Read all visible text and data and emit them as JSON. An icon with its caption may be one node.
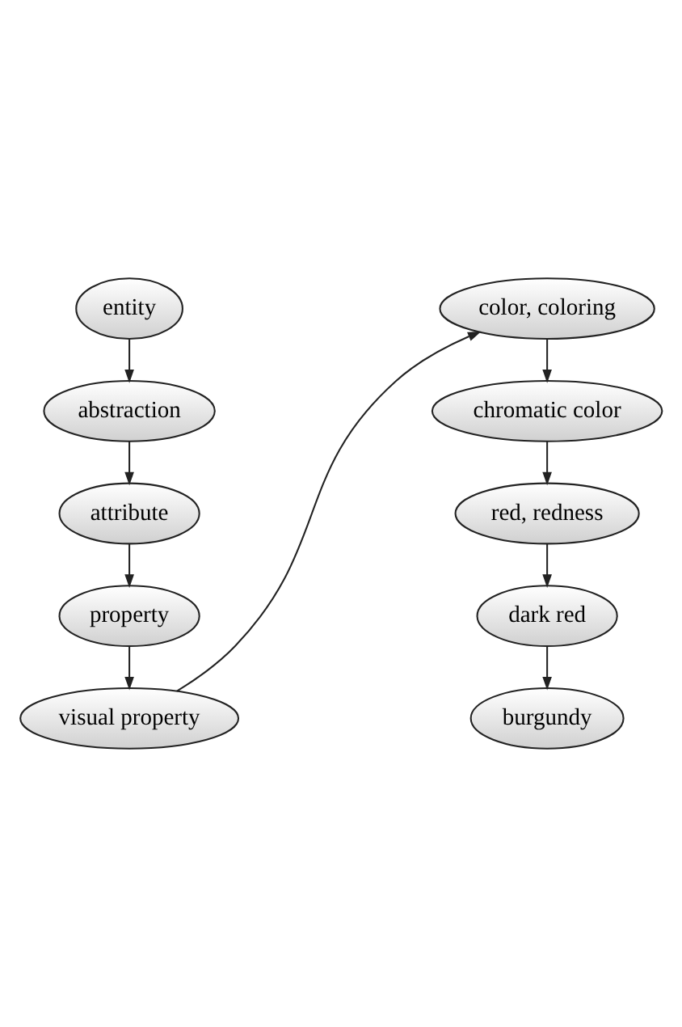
{
  "diagram": {
    "nodes": [
      {
        "text": [
          "entity"
        ]
      },
      {
        "text": [
          "abstraction"
        ]
      },
      {
        "text": [
          "attribute"
        ]
      },
      {
        "text": [
          "property"
        ]
      },
      {
        "text": [
          "visual property"
        ]
      },
      {
        "text": [
          "color, coloring"
        ]
      },
      {
        "text": [
          "chromatic color"
        ]
      },
      {
        "text": [
          "red, redness"
        ]
      },
      {
        "text": [
          "dark red"
        ]
      },
      {
        "text": [
          "burgundy"
        ]
      }
    ],
    "edges": [
      {
        "from": 0,
        "to": 1,
        "arrow": "to"
      },
      {
        "from": 1,
        "to": 2,
        "arrow": "to"
      },
      {
        "from": 2,
        "to": 3,
        "arrow": "to"
      },
      {
        "from": 3,
        "to": 4,
        "arrow": "to"
      },
      {
        "from": 4,
        "to": 5,
        "arrow": "to"
      },
      {
        "from": 5,
        "to": 6,
        "arrow": "to"
      },
      {
        "from": 6,
        "to": 7,
        "arrow": "to"
      },
      {
        "from": 7,
        "to": 8,
        "arrow": "to"
      },
      {
        "from": 8,
        "to": 9,
        "arrow": "to"
      }
    ]
  }
}
